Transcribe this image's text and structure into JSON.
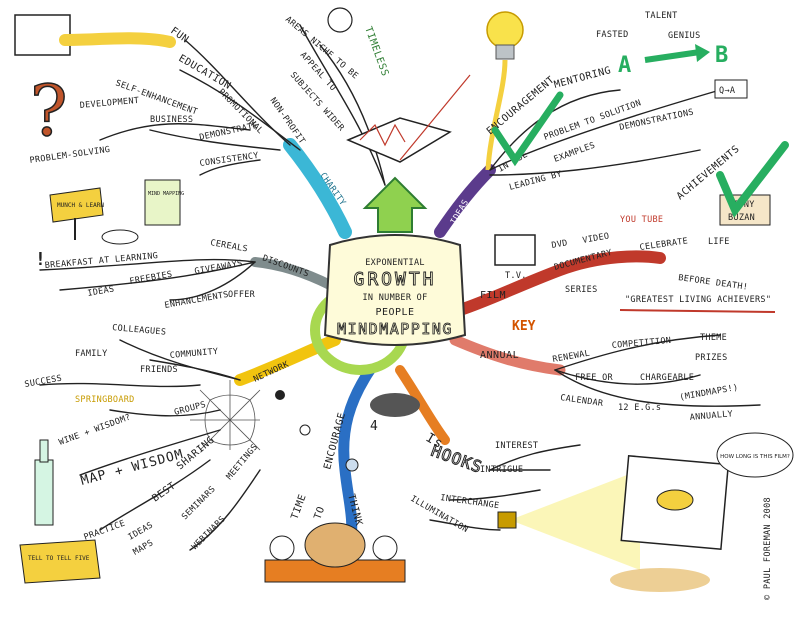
{
  "center": {
    "line1": "EXPONENTIAL",
    "line2": "GROWTH",
    "line3": "IN NUMBER OF",
    "line4": "PEOPLE",
    "line5": "MINDMAPPING"
  },
  "top_left": {
    "fun": "FUN",
    "education": "EDUCATION",
    "self_enhancement": "SELF-ENHANCEMENT",
    "promotional": "PROMOTIONAL",
    "development": "DEVELOPMENT",
    "business": "BUSINESS",
    "problem_solving": "PROBLEM-SOLVING",
    "demonstrate": "DEMONSTRATE",
    "consistency": "CONSISTENCY",
    "non_profit": "NON-PROFIT",
    "charity": "CHARITY"
  },
  "top_middle": {
    "areas": "AREAS NICHE TO BE",
    "appeal": "APPEAL TO",
    "subjects": "SUBJECTS WIDER",
    "timeless": "TIMELESS"
  },
  "ideas_branch": {
    "ideas": "IDEAS",
    "encouragement": "ENCOURAGEMENT",
    "mentoring": "MENTORING",
    "fasted": "FASTED",
    "talent": "TALENT",
    "genius": "GENIUS",
    "a": "A",
    "b": "B",
    "in_use": "IN USE",
    "problem_to_solution": "PROBLEM TO SOLUTION",
    "examples": "EXAMPLES",
    "demonstrations": "DEMONSTRATIONS",
    "leading_by": "LEADING BY",
    "qa": "Q→A"
  },
  "film_branch": {
    "film": "FILM",
    "tv": "T.V.",
    "dvd": "DVD",
    "video": "VIDEO",
    "youtube": "YOU TUBE",
    "documentary": "DOCUMENTARY",
    "series": "SERIES",
    "celebrate": "CELEBRATE",
    "life": "LIFE",
    "before_death": "BEFORE DEATH!",
    "greatest": "\"GREATEST LIVING ACHIEVERS\"",
    "achievements": "ACHIEVEMENTS",
    "tony": "TONY",
    "buzan": "BUZAN",
    "key": "KEY"
  },
  "annual_branch": {
    "annual": "ANNUAL",
    "renewal": "RENEWAL",
    "competition": "COMPETITION",
    "theme": "THEME",
    "prizes": "PRIZES",
    "free_or": "FREE OR",
    "chargeable": "CHARGEABLE",
    "calendar": "CALENDAR",
    "twelve_egs": "12 E.G.s",
    "mindmaps": "(MINDMAPS!)",
    "annually": "ANNUALLY"
  },
  "hooks_branch": {
    "hooks": "HOOKS",
    "interest": "INTEREST",
    "intrigue": "INTRIGUE",
    "interchange": "INTERCHANGE",
    "illumination": "ILLUMINATION",
    "i4": "4",
    "is": "Is",
    "speech": "HOW LONG IS THIS FILM?",
    "signature": "© PAUL FOREMAN 2008"
  },
  "time_branch": {
    "time": "TIME",
    "to": "TO",
    "encourage": "ENCOURAGE",
    "think": "THINK"
  },
  "network_branch": {
    "network": "NETWORK",
    "colleagues": "COLLEAGUES",
    "family": "FAMILY",
    "friends": "FRIENDS",
    "community": "COMMUNITY",
    "success": "SUCCESS",
    "springboard": "SPRINGBOARD",
    "groups": "GROUPS",
    "wine_wisdom": "WINE + WISDOM?",
    "map_wisdom": "MAP + WISDOM",
    "best": "BEST",
    "sharing": "SHARING",
    "practice": "PRACTICE",
    "ideas": "IDEAS",
    "maps": "MAPS",
    "seminars": "SEMINARS",
    "meetings": "MEETINGS",
    "webinars": "WEBINARS",
    "tell": "TELL TO TELL FIVE"
  },
  "discounts_branch": {
    "discounts": "DISCOUNTS",
    "breakfast": "BREAKFAST AT LEARNING",
    "cereals": "CEREALS",
    "ideas": "IDEAS",
    "freebies": "FREEBIES",
    "giveaways": "GIVEAWAYS",
    "enhancements": "ENHANCEMENTS",
    "offer": "OFFER",
    "munch": "MUNCH & LEARN",
    "mind_map_box": "MIND MAPPING"
  }
}
